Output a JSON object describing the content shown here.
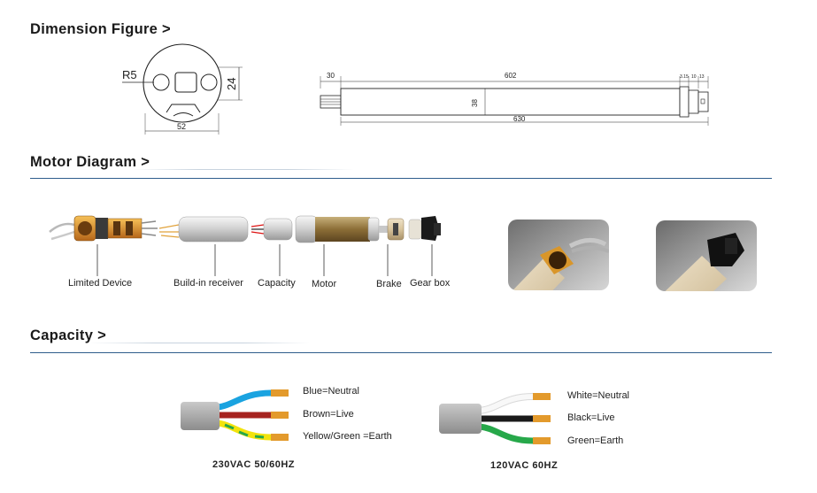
{
  "sections": {
    "dimension": {
      "title": "Dimension Figure >"
    },
    "motor": {
      "title": "Motor Diagram >"
    },
    "capacity": {
      "title": "Capacity >"
    }
  },
  "dimension_figure": {
    "end_view": {
      "radius": "R5",
      "height": "24",
      "width": "52"
    },
    "side_view": {
      "d1": "30",
      "d2": "602",
      "d3": "3.15",
      "d4": "10",
      "d5": "13",
      "diameter": "38",
      "total": "630"
    }
  },
  "motor_parts": [
    "Limited Device",
    "Build-in receiver",
    "Capacity",
    "Motor",
    "Brake",
    "Gear box"
  ],
  "wiring": {
    "left": {
      "voltage": "230VAC 50/60HZ",
      "wires": [
        {
          "label": "Blue=Neutral",
          "color": "#1aa3e0"
        },
        {
          "label": "Brown=Live",
          "color": "#a6231f"
        },
        {
          "label": "Yellow/Green =Earth",
          "color": "#f2e30d"
        }
      ]
    },
    "right": {
      "voltage": "120VAC 60HZ",
      "wires": [
        {
          "label": "White=Neutral",
          "color": "#f4f4f4"
        },
        {
          "label": "Black=Live",
          "color": "#1a1a1a"
        },
        {
          "label": "Green=Earth",
          "color": "#27a84a"
        }
      ]
    }
  },
  "colors": {
    "rule": "#2e5d8c",
    "copper": "#e39a2c",
    "cable_grey": "#a6a6a6"
  }
}
